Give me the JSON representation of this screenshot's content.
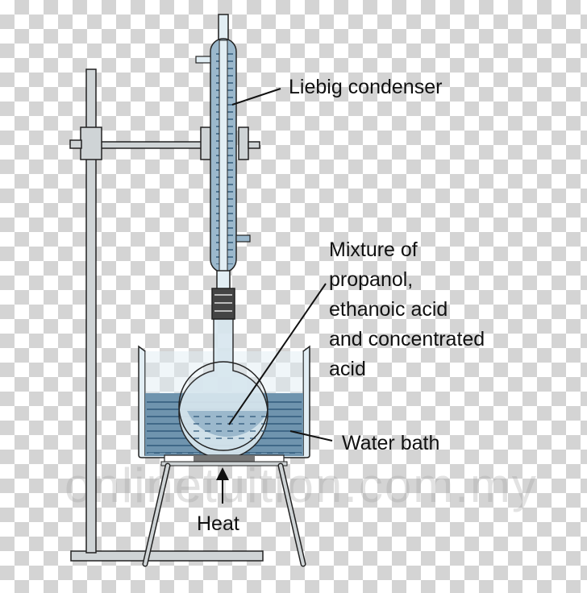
{
  "labels": {
    "condenser": "Liebig condenser",
    "mixture": [
      "Mixture of",
      "propanol,",
      "ethanoic acid",
      "and concentrated",
      "acid"
    ],
    "water_bath": "Water bath",
    "heat": "Heat"
  },
  "watermark": "onlinetuition.com.my",
  "colors": {
    "water": "#9bb8cc",
    "water_dark": "#234a6b",
    "glass": "#e2eef4",
    "stand": "#cfd4d6",
    "outline": "#222222"
  }
}
